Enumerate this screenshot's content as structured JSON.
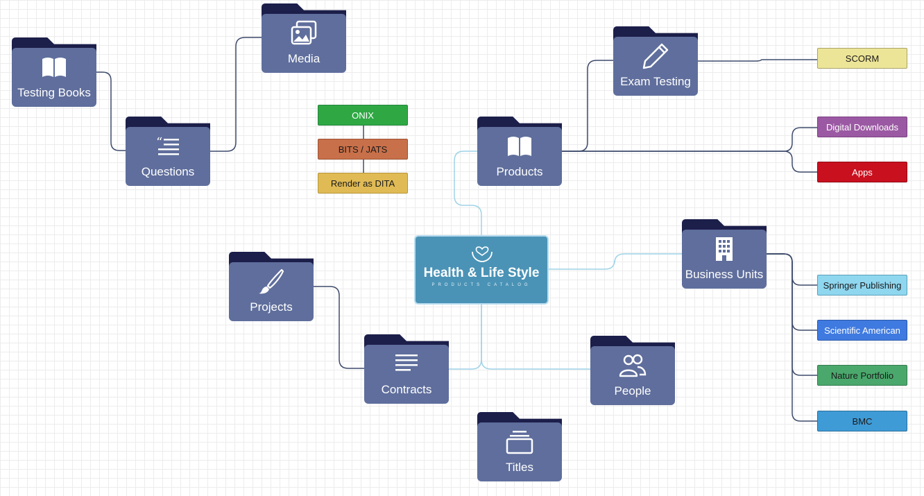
{
  "center": {
    "brand": "Health & Life Style",
    "tagline": "PRODUCTS CATALOG"
  },
  "folders": {
    "testing_books": {
      "label": "Testing Books",
      "icon": "book-icon"
    },
    "questions": {
      "label": "Questions",
      "icon": "quote-list-icon"
    },
    "media": {
      "label": "Media",
      "icon": "images-icon"
    },
    "products": {
      "label": "Products",
      "icon": "book-icon"
    },
    "exam_testing": {
      "label": "Exam Testing",
      "icon": "pencil-icon"
    },
    "business_units": {
      "label": "Business Units",
      "icon": "building-icon"
    },
    "projects": {
      "label": "Projects",
      "icon": "paintbrush-icon"
    },
    "contracts": {
      "label": "Contracts",
      "icon": "document-lines-icon"
    },
    "people": {
      "label": "People",
      "icon": "people-icon"
    },
    "titles": {
      "label": "Titles",
      "icon": "stack-icon"
    }
  },
  "format_stack": [
    {
      "label": "ONIX",
      "color": "#2fa844"
    },
    {
      "label": "BITS / JATS",
      "color": "#c8704a"
    },
    {
      "label": "Render as DITA",
      "color": "#e0bb55"
    }
  ],
  "product_outputs": [
    {
      "label": "SCORM",
      "color": "#ece497"
    },
    {
      "label": "Digital Downloads",
      "color": "#9b59a3"
    },
    {
      "label": "Apps",
      "color": "#c9101f"
    }
  ],
  "business_units": [
    {
      "label": "Springer Publishing",
      "color": "#8fd6ef"
    },
    {
      "label": "Scientific American",
      "color": "#3f7ae0"
    },
    {
      "label": "Nature Portfolio",
      "color": "#4aa86c"
    },
    {
      "label": "BMC",
      "color": "#3f9bd6"
    }
  ],
  "colors": {
    "folder_body": "#5f6e9c",
    "folder_tab": "#1c1f4a",
    "center_fill": "#4a93b6",
    "dark_link": "#3d4a6b",
    "light_link": "#9fd3e8"
  }
}
